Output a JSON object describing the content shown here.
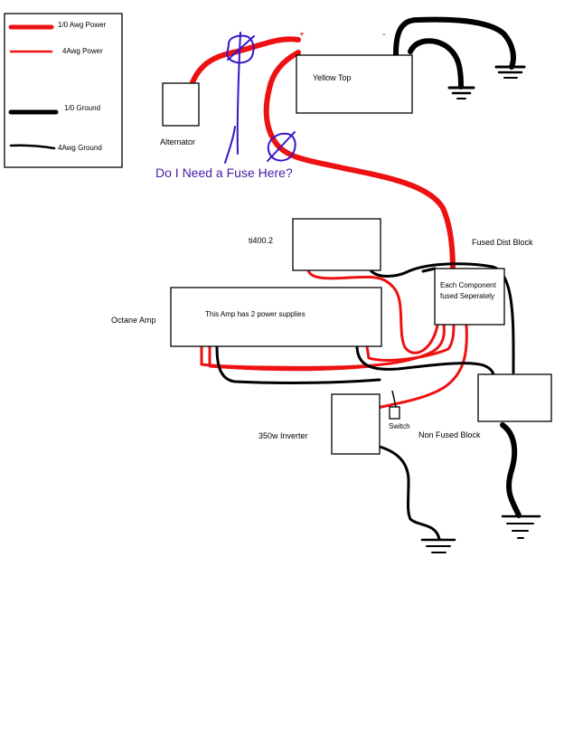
{
  "colors": {
    "power": "#ee1111",
    "ground": "#000000",
    "fuse_marker": "#3a14c8",
    "question": "#4a1aa8",
    "terminal": "#d01010"
  },
  "legend": {
    "power_1_0": "1/0 Awg Power",
    "power_4": "4Awg Power",
    "ground_1_0": "1/0 Ground",
    "ground_4": "4Awg Ground"
  },
  "components": {
    "alternator": "Alternator",
    "battery": "Yellow Top",
    "battery_positive": "+",
    "battery_negative": "-",
    "amp_ti": "ti400.2",
    "fused_block": "Fused Dist Block",
    "fused_block_note_1": "Each Component",
    "fused_block_note_2": "fused Seperately",
    "octane_amp": "Octane Amp",
    "octane_amp_note": "This Amp has 2 power supplies",
    "inverter": "350w Inverter",
    "switch": "Switch",
    "non_fused_block": "Non Fused Block"
  },
  "question": "Do I Need a Fuse Here?",
  "icons": {
    "ground_symbol": "ground-icon",
    "fuse_marker": "fuse-marker-icon"
  }
}
